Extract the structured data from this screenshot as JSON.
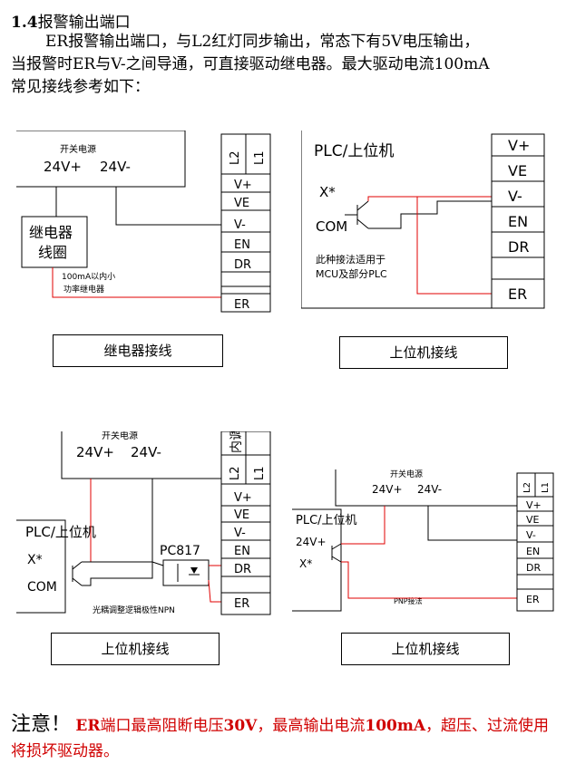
{
  "heading": {
    "number": "1.4",
    "title": "报警输出端口"
  },
  "paragraph": {
    "line1": "ER报警输出端口，与L2红灯同步输出，常态下有5V电压输出，",
    "line2": "当报警时ER与V-之间导通，可直接驱动继电器。最大驱动电流100mA",
    "line3": "常见接线参考如下："
  },
  "terminals": {
    "l2": "L2",
    "l1": "L1",
    "v_plus": "V+",
    "ve": "VE",
    "v_minus": "V-",
    "en": "EN",
    "dr": "DR",
    "er": "ER",
    "neitiao": "内调"
  },
  "diagram1": {
    "power_title": "开关电源",
    "v24p": "24V+",
    "v24m": "24V-",
    "relay_line1": "继电器",
    "relay_line2": "线圈",
    "note_line1": "100mA以内小",
    "note_line2": "功率继电器",
    "caption": "继电器接线"
  },
  "diagram2": {
    "plc": "PLC/上位机",
    "x": "X*",
    "com": "COM",
    "note_line1": "此种接法适用于",
    "note_line2": "MCU及部分PLC",
    "caption": "上位机接线"
  },
  "diagram3": {
    "power_title": "开关电源",
    "v24p": "24V+",
    "v24m": "24V-",
    "plc": "PLC/上位机",
    "x": "X*",
    "com": "COM",
    "opto": "PC817",
    "note": "光耦调整逻辑极性NPN",
    "caption": "上位机接线"
  },
  "diagram4": {
    "power_title": "开关电源",
    "v24p": "24V+",
    "v24m": "24V-",
    "plc": "PLC/上位机",
    "v24p_plc": "24V+",
    "x": "X*",
    "note": "PNP接法",
    "caption": "上位机接线"
  },
  "warning": {
    "notice": "注意！",
    "bold1": "ER",
    "t1": "端口最高阻断电压",
    "bold2": "30V",
    "t2": "，最高输出电流",
    "bold3": "100mA",
    "t3": "，超压、过流使用将损坏驱动器。"
  },
  "colors": {
    "red_wire": "#e00000",
    "black_wire": "#000000",
    "warning_text": "#d00000"
  }
}
